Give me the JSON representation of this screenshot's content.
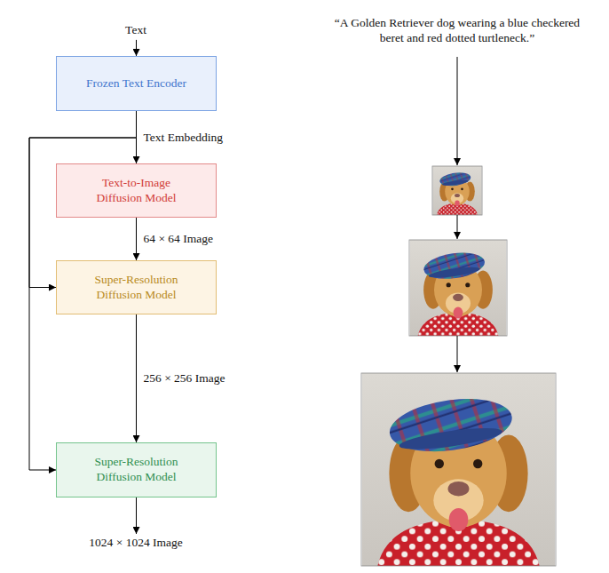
{
  "diagram": {
    "nodes": [
      {
        "text": [
          "Frozen Text Encoder"
        ]
      },
      {
        "text": [
          "Text-to-Image Diffusion Model"
        ]
      },
      {
        "text": [
          "Super-Resolution Diffusion Model"
        ]
      },
      {
        "text": [
          "Super-Resolution Diffusion Model"
        ]
      }
    ],
    "edges": [
      {
        "from": 0,
        "to": 1,
        "label": "Text Embedding",
        "arrow": "to"
      },
      {
        "from": 0,
        "to": 2,
        "arrow": "to"
      },
      {
        "from": 0,
        "to": 3,
        "arrow": "to"
      },
      {
        "from": 1,
        "to": 2,
        "label": "64 × 64 Image",
        "arrow": "to"
      },
      {
        "from": 2,
        "to": 3,
        "label": "256 × 256 Image",
        "arrow": "to"
      }
    ],
    "labels": [
      "Text",
      "“A Golden Retriever dog wearing a blue checkered beret and red dotted turtleneck.”",
      "1024 × 1024 Image"
    ]
  }
}
